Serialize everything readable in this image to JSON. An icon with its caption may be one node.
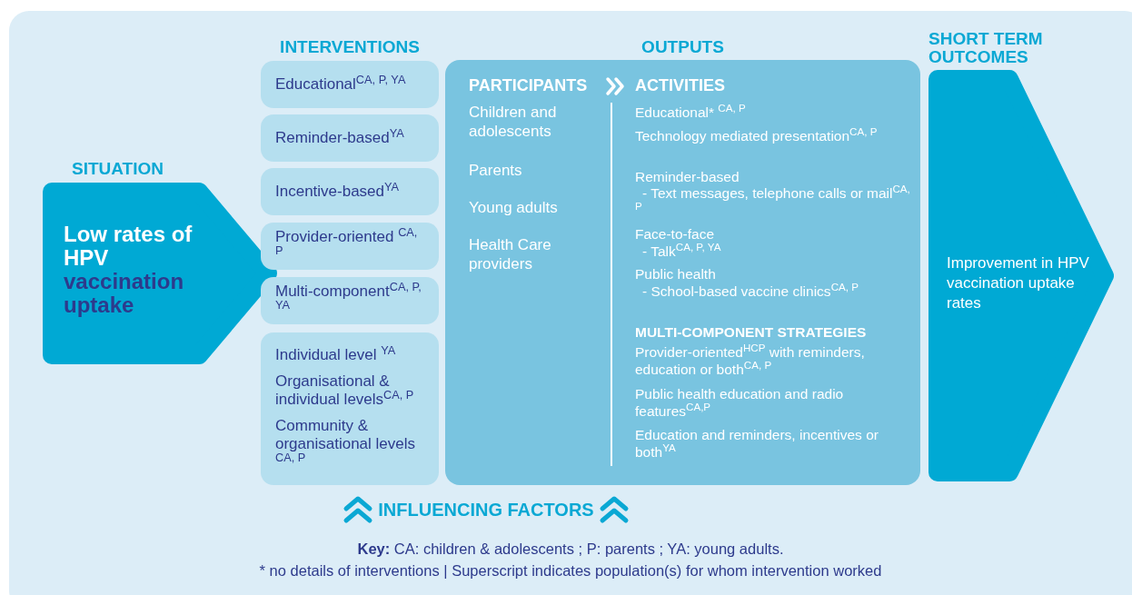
{
  "diagram": {
    "nodes": [
      {
        "text": [
          "SITUATION",
          "Low rates of HPV",
          "vaccination uptake"
        ]
      },
      {
        "text": [
          "Educational$^{CA, P, YA}$"
        ]
      },
      {
        "text": [
          "Reminder-based$^{YA}$"
        ]
      },
      {
        "text": [
          "Incentive-based$^{YA}$"
        ]
      },
      {
        "text": [
          "Provider-oriented $^{CA, P}$"
        ]
      },
      {
        "text": [
          "Multi-component$^{CA, P, YA}$"
        ]
      },
      {
        "text": [
          "Individual level $^{YA}$",
          "Organisational & individual levels$^{CA, P}$",
          "Community & organisational levels $^{CA, P}$"
        ]
      },
      {
        "text": [
          "OUTPUTS",
          "PARTICIPANTS",
          "ACTIVITIES",
          "Children and adolescents",
          "Parents",
          "Young adults",
          "Health Care providers",
          "Educational* $^{CA, P}$",
          "Technology mediated presentation$^{CA, P}$",
          "Reminder-based",
          "- Text messages, telephone calls or mail$^{CA, P}$",
          "Face-to-face",
          "- Talk$^{CA, P, YA}$",
          "Public health",
          "- School-based vaccine clinics$^{CA, P}$",
          "MULTI-COMPONENT STRATEGIES",
          "Provider-oriented$^{HCP}$ with reminders, education or both$^{CA, P}$",
          "Public health education and radio features$^{CA,P}$",
          "Education and reminders, incentives or both$^{YA}$"
        ]
      },
      {
        "text": [
          "SHORT TERM OUTCOMES",
          "Improvement in HPV vaccination uptake rates"
        ]
      }
    ],
    "labels": [
      "INTERVENTIONS",
      "INFLUENCING FACTORS",
      "**Key:** CA: children & adolescents ; P: parents ; YA: young adults.",
      "* no details of interventions | Superscript indicates population(s) for whom intervention worked"
    ]
  }
}
